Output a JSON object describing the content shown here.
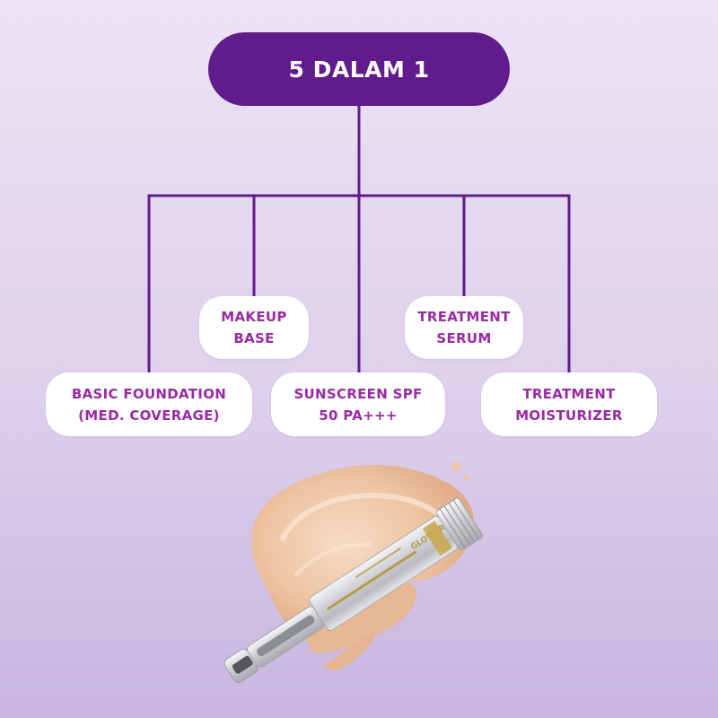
{
  "diagram": {
    "root": {
      "label": "5 DALAM 1"
    },
    "nodes": [
      {
        "id": "makeup",
        "lines": [
          "MAKEUP",
          "BASE"
        ]
      },
      {
        "id": "serum",
        "lines": [
          "TREATMENT",
          "SERUM"
        ]
      },
      {
        "id": "basic",
        "lines": [
          "BASIC FOUNDATION",
          "(MED. COVERAGE)"
        ]
      },
      {
        "id": "sun",
        "lines": [
          "SUNSCREEN SPF",
          "50 PA+++"
        ]
      },
      {
        "id": "moist",
        "lines": [
          "TREATMENT",
          "MOISTURIZER"
        ]
      }
    ]
  },
  "colors": {
    "accent": "#621b8c",
    "node_text": "#9a2aa4",
    "node_bg": "#ffffff",
    "cream": "#efc9a9",
    "tube": "#d9dade",
    "gold": "#b89a4a"
  },
  "product": {
    "name": "GLOWER"
  }
}
